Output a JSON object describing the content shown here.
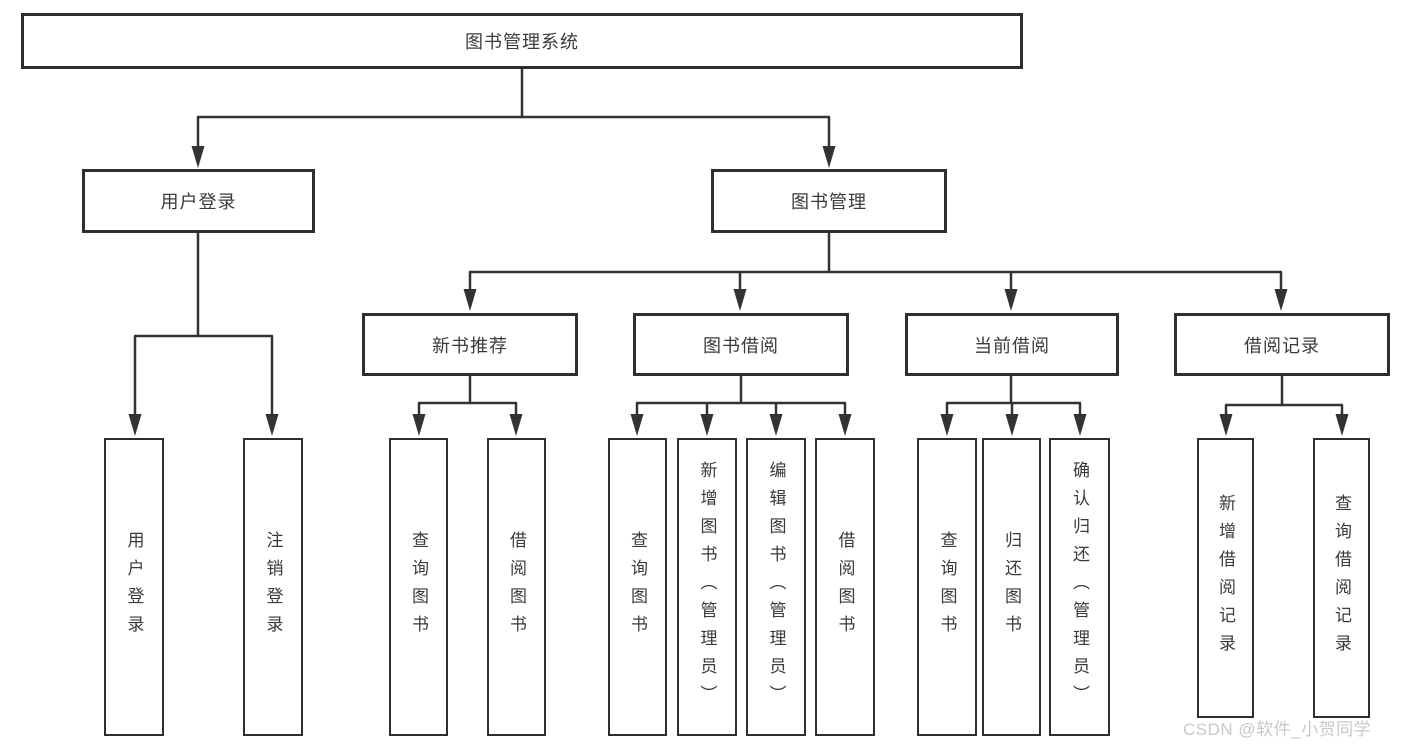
{
  "diagram_title": "图书管理系统",
  "nodes": {
    "root": "图书管理系统",
    "user_login": "用户登录",
    "book_mgmt": "图书管理",
    "new_book_rec": "新书推荐",
    "book_borrow": "图书借阅",
    "current_borrow": "当前借阅",
    "borrow_records": "借阅记录",
    "leaf_user_login": "用户登录",
    "leaf_logout": "注销登录",
    "leaf_query_book_1": "查询图书",
    "leaf_borrow_book_1": "借阅图书",
    "leaf_query_book_2": "查询图书",
    "leaf_add_book": "新增图书（管理员）",
    "leaf_edit_book": "编辑图书（管理员）",
    "leaf_borrow_book_2": "借阅图书",
    "leaf_query_book_3": "查询图书",
    "leaf_return_book": "归还图书",
    "leaf_confirm_return": "确认归还（管理员）",
    "leaf_add_record": "新增借阅记录",
    "leaf_query_record": "查询借阅记录"
  },
  "tree": {
    "label": "图书管理系统",
    "children": [
      {
        "label": "用户登录",
        "children": [
          {
            "label": "用户登录"
          },
          {
            "label": "注销登录"
          }
        ]
      },
      {
        "label": "图书管理",
        "children": [
          {
            "label": "新书推荐",
            "children": [
              {
                "label": "查询图书"
              },
              {
                "label": "借阅图书"
              }
            ]
          },
          {
            "label": "图书借阅",
            "children": [
              {
                "label": "查询图书"
              },
              {
                "label": "新增图书（管理员）"
              },
              {
                "label": "编辑图书（管理员）"
              },
              {
                "label": "借阅图书"
              }
            ]
          },
          {
            "label": "当前借阅",
            "children": [
              {
                "label": "查询图书"
              },
              {
                "label": "归还图书"
              },
              {
                "label": "确认归还（管理员）"
              }
            ]
          },
          {
            "label": "借阅记录",
            "children": [
              {
                "label": "新增借阅记录"
              },
              {
                "label": "查询借阅记录"
              }
            ]
          }
        ]
      }
    ]
  },
  "watermark": "CSDN @软件_小贺同学",
  "colors": {
    "line": "#333333",
    "border": "#2e2e2e",
    "text": "#3a3a3a",
    "watermark": "#c9c9c9",
    "background": "#ffffff"
  }
}
